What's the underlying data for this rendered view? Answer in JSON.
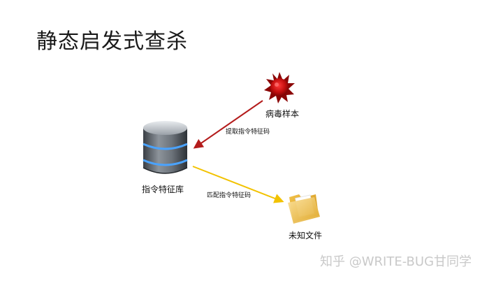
{
  "title": "静态启发式查杀",
  "nodes": {
    "virus": {
      "label": "病毒样本",
      "icon": "virus-icon"
    },
    "database": {
      "label": "指令特征库",
      "icon": "database-icon"
    },
    "file": {
      "label": "未知文件",
      "icon": "folder-icon"
    }
  },
  "edges": {
    "extract": {
      "label": "提取指令特征码",
      "color": "#b41c1c"
    },
    "match": {
      "label": "匹配指令特征码",
      "color": "#f2c200"
    }
  },
  "watermark": "知乎 @WRITE-BUG甘同学"
}
